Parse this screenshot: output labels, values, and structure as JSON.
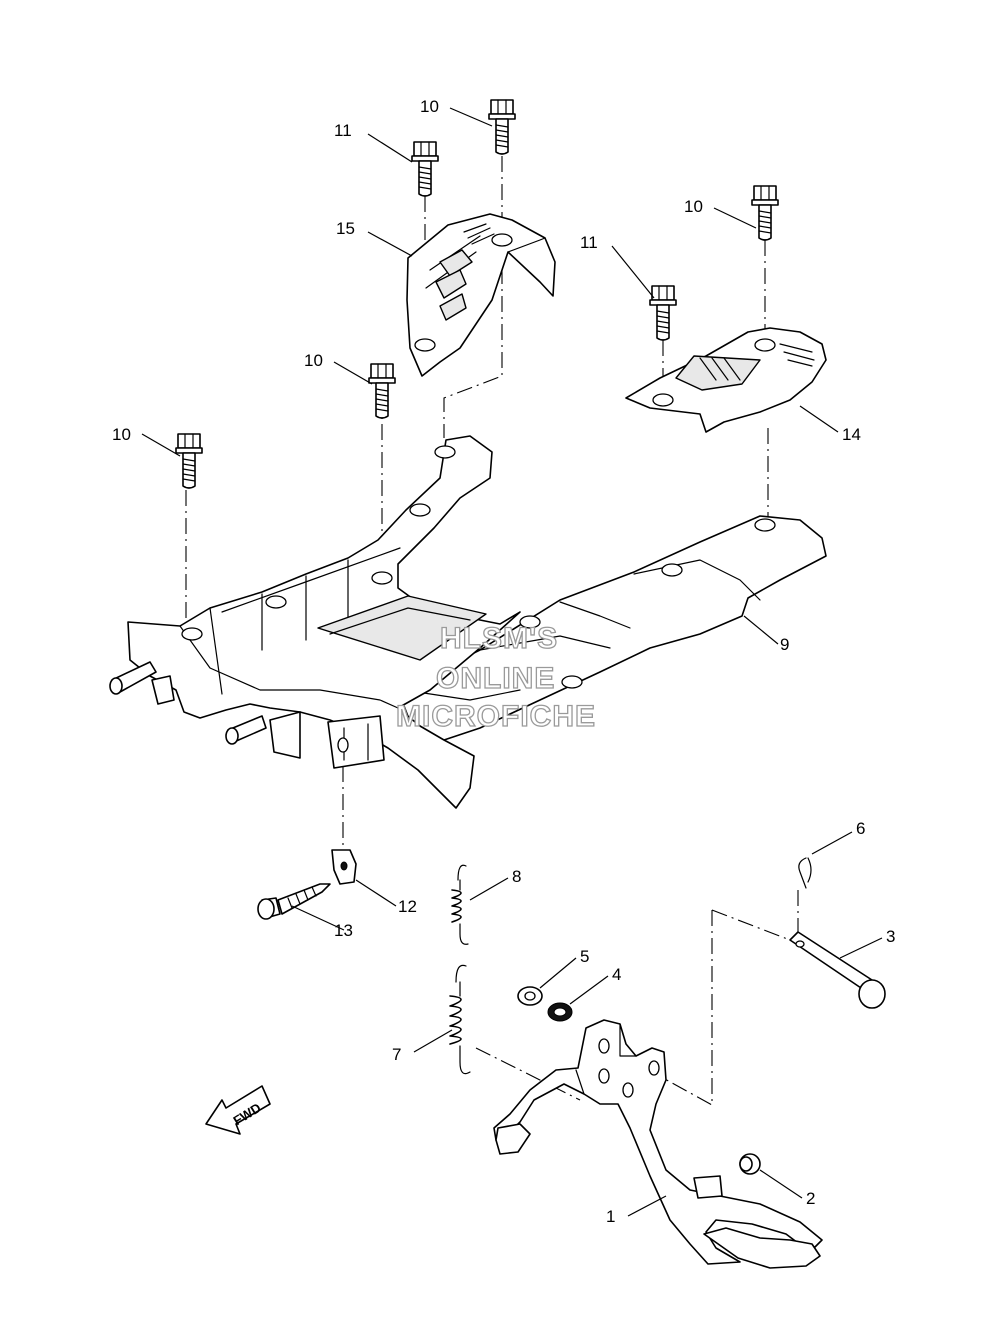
{
  "watermark": {
    "line1": "HLSM'S",
    "line2": "ONLINE",
    "line3": "MICROFICHE"
  },
  "direction_label": "FWD",
  "callouts": [
    {
      "id": "c-10a",
      "label": "10"
    },
    {
      "id": "c-11a",
      "label": "11"
    },
    {
      "id": "c-15",
      "label": "15"
    },
    {
      "id": "c-10b",
      "label": "10"
    },
    {
      "id": "c-11b",
      "label": "11"
    },
    {
      "id": "c-14",
      "label": "14"
    },
    {
      "id": "c-10c",
      "label": "10"
    },
    {
      "id": "c-10d",
      "label": "10"
    },
    {
      "id": "c-9",
      "label": "9"
    },
    {
      "id": "c-6",
      "label": "6"
    },
    {
      "id": "c-3",
      "label": "3"
    },
    {
      "id": "c-8",
      "label": "8"
    },
    {
      "id": "c-12",
      "label": "12"
    },
    {
      "id": "c-13",
      "label": "13"
    },
    {
      "id": "c-5",
      "label": "5"
    },
    {
      "id": "c-4",
      "label": "4"
    },
    {
      "id": "c-7",
      "label": "7"
    },
    {
      "id": "c-2",
      "label": "2"
    },
    {
      "id": "c-1",
      "label": "1"
    }
  ]
}
